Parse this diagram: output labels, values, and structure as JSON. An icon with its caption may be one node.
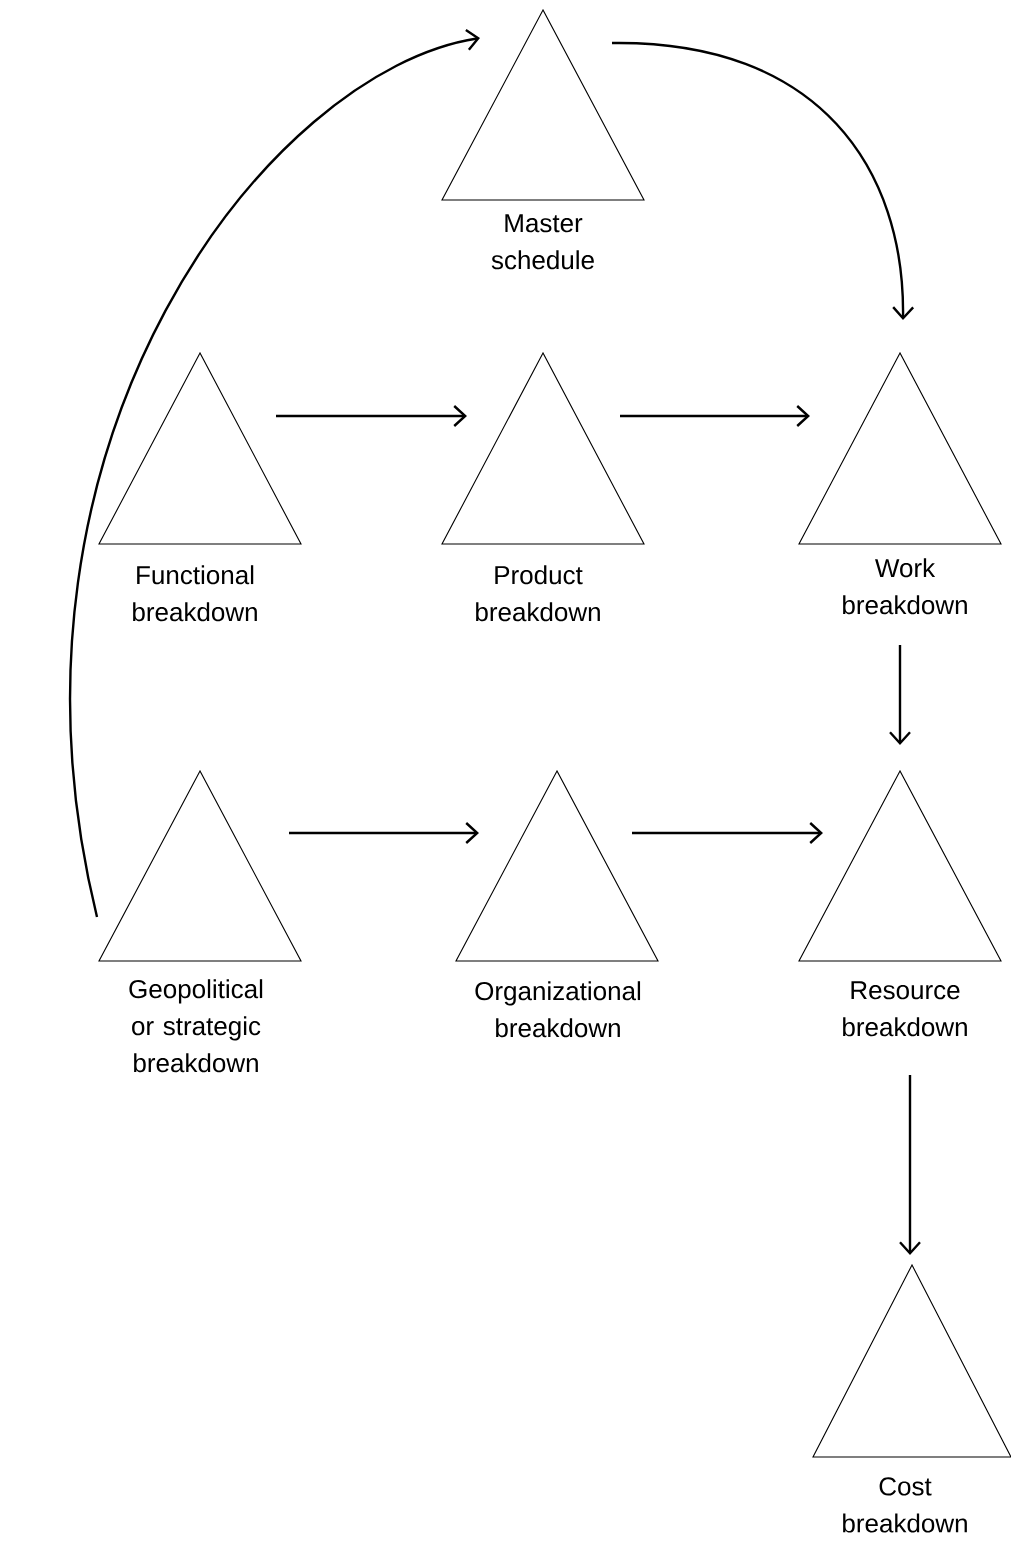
{
  "diagram": {
    "nodes": [
      {
        "text": [
          "Master schedule"
        ]
      },
      {
        "text": [
          "Functional breakdown"
        ]
      },
      {
        "text": [
          "Product breakdown"
        ]
      },
      {
        "text": [
          "Work breakdown"
        ]
      },
      {
        "text": [
          "Geopolitical or strategic breakdown"
        ]
      },
      {
        "text": [
          "Organizational breakdown"
        ]
      },
      {
        "text": [
          "Resource breakdown"
        ]
      },
      {
        "text": [
          "Cost breakdown"
        ]
      }
    ],
    "edges": [
      {
        "from": 4,
        "to": 0,
        "arrow": "to"
      },
      {
        "from": 0,
        "to": 3,
        "arrow": "to"
      },
      {
        "from": 1,
        "to": 2,
        "arrow": "to"
      },
      {
        "from": 2,
        "to": 3,
        "arrow": "to"
      },
      {
        "from": 3,
        "to": 6,
        "arrow": "to"
      },
      {
        "from": 4,
        "to": 5,
        "arrow": "to"
      },
      {
        "from": 5,
        "to": 6,
        "arrow": "to"
      },
      {
        "from": 6,
        "to": 7,
        "arrow": "to"
      }
    ]
  }
}
